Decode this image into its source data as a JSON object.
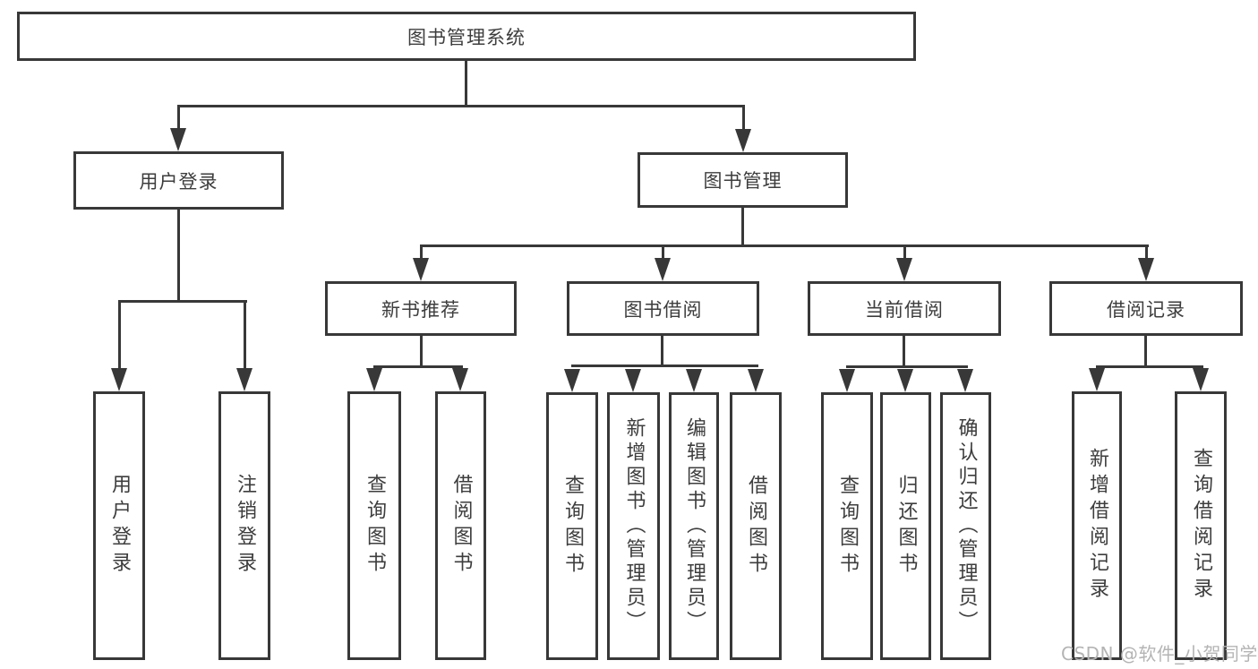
{
  "diagram": {
    "title": "图书管理系统",
    "nodes": {
      "root": "图书管理系统",
      "user_login": "用户登录",
      "book_mgmt": "图书管理",
      "new_book_rec": "新书推荐",
      "book_borrow": "图书借阅",
      "current_borrow": "当前借阅",
      "borrow_records": "借阅记录",
      "leaf_user_login": "用户登录",
      "leaf_logout": "注销登录",
      "leaf_nb_query": "查询图书",
      "leaf_nb_borrow": "借阅图书",
      "leaf_bb_query": "查询图书",
      "leaf_bb_add": "新增图书（管理员）",
      "leaf_bb_edit": "编辑图书（管理员）",
      "leaf_bb_borrow": "借阅图书",
      "leaf_cb_query": "查询图书",
      "leaf_cb_return": "归还图书",
      "leaf_cb_confirm": "确认归还（管理员）",
      "leaf_br_add": "新增借阅记录",
      "leaf_br_query": "查询借阅记录"
    },
    "colors": {
      "line": "#383838",
      "text": "#3d3d3d",
      "box_fill": "#ffffff",
      "watermark": "#b4b4b4"
    }
  },
  "watermark": {
    "text": "CSDN @软件_小贺同学"
  }
}
